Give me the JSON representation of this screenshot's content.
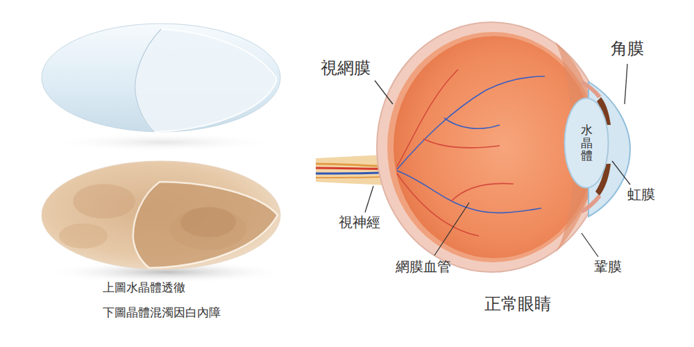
{
  "diagram": {
    "nodes": [
      {
        "text": [
          "水晶體"
        ]
      }
    ],
    "labels": [
      "視網膜",
      "角膜",
      "虹膜",
      "視神經",
      "網膜血管",
      "鞏膜",
      "正常眼睛",
      "上圖水晶體透徹",
      "下圖晶體混濁因白內障"
    ]
  }
}
